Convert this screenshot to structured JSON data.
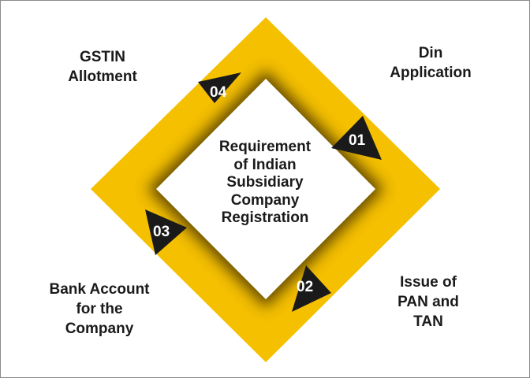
{
  "center": {
    "lines": [
      "Requirement",
      "of Indian",
      "Subsidiary",
      "Company",
      "Registration"
    ]
  },
  "steps": [
    {
      "number": "01",
      "label_lines": [
        "Din",
        "Application"
      ]
    },
    {
      "number": "02",
      "label_lines": [
        "Issue of",
        "PAN and",
        "TAN"
      ]
    },
    {
      "number": "03",
      "label_lines": [
        "Bank Account",
        "for the",
        "Company"
      ]
    },
    {
      "number": "04",
      "label_lines": [
        "GSTIN",
        "Allotment"
      ]
    }
  ],
  "colors": {
    "ring": "#f5c000",
    "ring_shadow": "#5a4300",
    "arrow": "#1a1a1a",
    "center_fill": "#ffffff"
  }
}
